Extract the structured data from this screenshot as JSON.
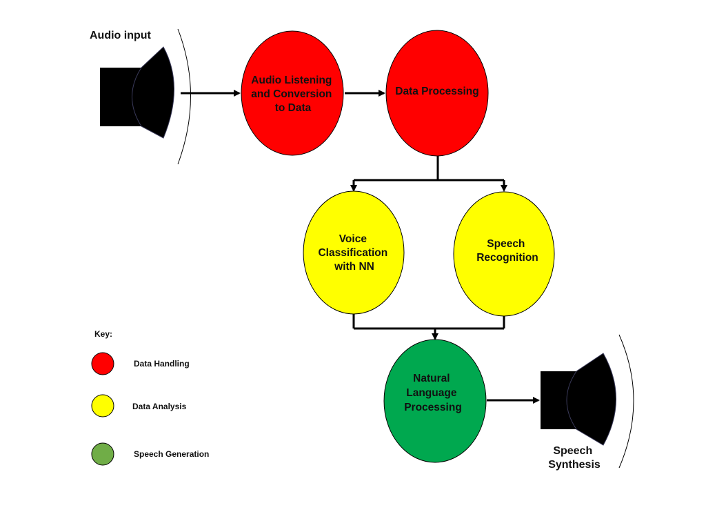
{
  "colors": {
    "data_handling": "#ff0000",
    "data_analysis": "#ffff00",
    "speech_generation_node": "#00a84f",
    "speech_generation_key": "#70ad47",
    "outline": "#000000",
    "speaker": "#000000"
  },
  "input": {
    "label": "Audio input"
  },
  "output": {
    "label_line1": "Speech",
    "label_line2": "Synthesis"
  },
  "nodes": {
    "audio_listening": {
      "line1": "Audio Listening",
      "line2": "and Conversion",
      "line3": "to Data"
    },
    "data_processing": {
      "line1": "Data Processing"
    },
    "voice_classification": {
      "line1": "Voice",
      "line2": "Classification",
      "line3": "with NN"
    },
    "speech_recognition": {
      "line1": "Speech",
      "line2": "Recognition"
    },
    "nlp": {
      "line1": "Natural",
      "line2": "Language",
      "line3": "Processing"
    }
  },
  "key": {
    "title": "Key:",
    "items": [
      "Data Handling",
      "Data Analysis",
      "Speech Generation"
    ]
  }
}
